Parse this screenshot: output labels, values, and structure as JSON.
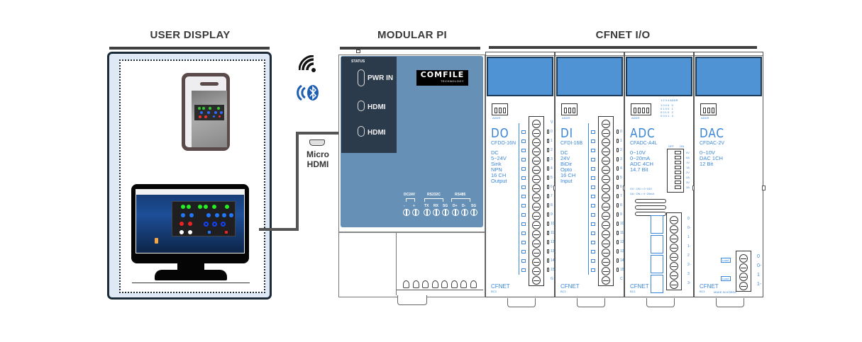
{
  "sections": {
    "user_display": "USER DISPLAY",
    "modular_pi": "MODULAR PI",
    "cfnet_io": "CFNET I/O"
  },
  "connections": {
    "wireless": [
      "wifi-icon",
      "bluetooth-icon"
    ],
    "wired_label_line1": "Micro",
    "wired_label_line2": "HDMI"
  },
  "modular_pi": {
    "status_label": "STATUS",
    "ports": [
      "PWR IN",
      "HDMI",
      "HDMI"
    ],
    "logo_main": "COMFILE",
    "logo_sub": "TECHNOLOGY",
    "terminal_groups": [
      "DC24V",
      "RS232C",
      "RS485"
    ],
    "terminal_pins": [
      "-",
      "+",
      "TX",
      "RX",
      "SG",
      "D+",
      "D-",
      "SG"
    ],
    "face_color": "#6690b5",
    "panel_color": "#2c3b4b"
  },
  "cfnet_modules": [
    {
      "name": "DO",
      "model": "CFDO-16N",
      "spec": "DC\n5~24V\nSink\nNPN\n16 CH\nOutput",
      "brand": "CFNET",
      "brand_sub": "BC3",
      "addr": "ADDR",
      "channels": [
        "V",
        "0",
        "1",
        "2",
        "3",
        "4",
        "5",
        "6",
        "7",
        "8",
        "9",
        "10",
        "11",
        "12",
        "13",
        "14",
        "15",
        "G"
      ]
    },
    {
      "name": "DI",
      "model": "CFDI-16B",
      "spec": "DC\n24V\nBiDir\nOpto\n16 CH\nInput",
      "brand": "CFNET",
      "brand_sub": "BC2",
      "addr": "ADDR",
      "channels": [
        "0",
        "1",
        "2",
        "3",
        "4",
        "5",
        "6",
        "7",
        "8",
        "9",
        "10",
        "11",
        "12",
        "13",
        "14",
        "15",
        "C"
      ]
    },
    {
      "name": "ADC",
      "model": "CFADC-A4L",
      "spec": "0~10V\n0~20mA\nADC 4CH\n14.7 Bit",
      "brand": "CFNET",
      "brand_sub": "BC1",
      "addr": "ADDR",
      "addr_table_header": "1 2 3 4  ADDR",
      "addr_table": [
        "1 0 0 0   0",
        "0 1 0 0   1",
        "0 0 1 0   2",
        "0 0 0 1   3"
      ],
      "mode_note_1": "XV : ON = 0~10V",
      "mode_note_2": "XA : ON = 0~20mA",
      "switch_off": "OFF",
      "switch_on": "ON",
      "switch_labels": [
        "0V",
        "0A",
        "1V",
        "1A",
        "2V",
        "2A",
        "3V",
        "3A"
      ],
      "channels": [
        "0",
        "0-",
        "1",
        "1-",
        "2",
        "2-",
        "3",
        "3-"
      ]
    },
    {
      "name": "DAC",
      "model": "CFDAC-2V",
      "spec": "0~10V\nDAC 1CH\n12 Bit",
      "brand": "CFNET",
      "brand_sub": "BC1",
      "addr": "ADDR",
      "made_in": "MADE IN KOREA",
      "load_label": "Load",
      "channels": [
        "0",
        "0-",
        "1",
        "1-"
      ]
    }
  ],
  "colors": {
    "module_cover": "#4f93d4",
    "module_text": "#3a86d8",
    "title_text": "#3a3a3a",
    "user_panel_bg": "#dfe9f5"
  }
}
